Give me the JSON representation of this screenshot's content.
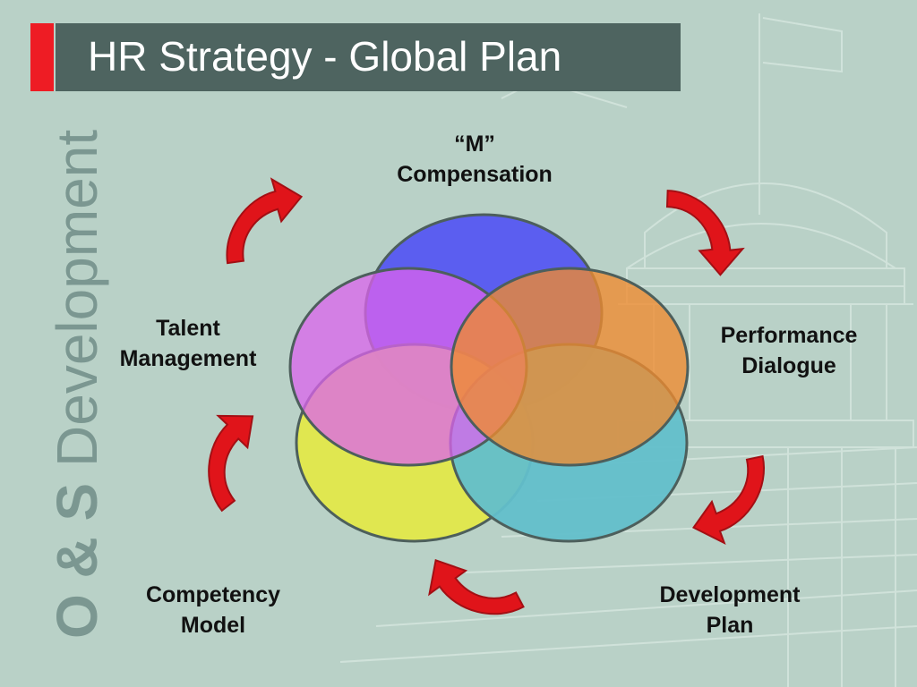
{
  "title": "HR Strategy - Global Plan",
  "brand": {
    "strong": "O & S",
    "light": " Development"
  },
  "cycle": {
    "top": {
      "line1": "“M”",
      "line2": "Compensation"
    },
    "right": {
      "line1": "Performance",
      "line2": "Dialogue"
    },
    "bottom_right": {
      "line1": "Development",
      "line2": "Plan"
    },
    "bottom_left": {
      "line1": "Competency",
      "line2": "Model"
    },
    "left": {
      "line1": "Talent",
      "line2": "Management"
    }
  },
  "colors": {
    "background": "#b9d1c7",
    "title_bar": "#4e6460",
    "accent_red": "#ee1c24",
    "arrow_red": "#e0141a",
    "circle_blue": "#5557f2",
    "circle_orange": "#ef8a2e",
    "circle_magenta": "#dc63ee",
    "circle_yellow": "#e2e84a",
    "circle_teal": "#62bfcb"
  },
  "icons": [
    "curved-arrow-icon"
  ]
}
